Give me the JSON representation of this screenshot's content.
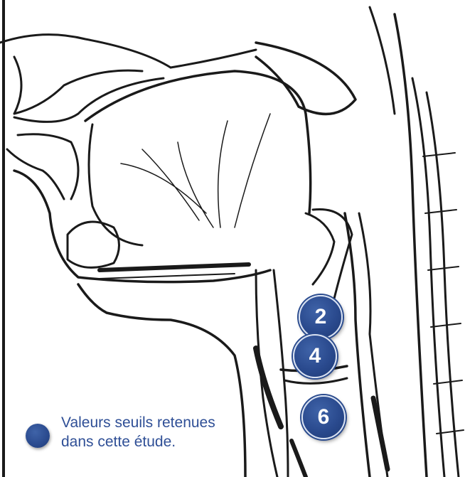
{
  "markers": [
    {
      "label": "2"
    },
    {
      "label": "4"
    },
    {
      "label": "6"
    }
  ],
  "legend": {
    "line1": "Valeurs seuils retenues",
    "line2": " dans cette étude."
  },
  "colors": {
    "marker_fill": "#2a4a8e",
    "legend_text": "#2f4f96",
    "drawing": "#1a1a1a"
  }
}
